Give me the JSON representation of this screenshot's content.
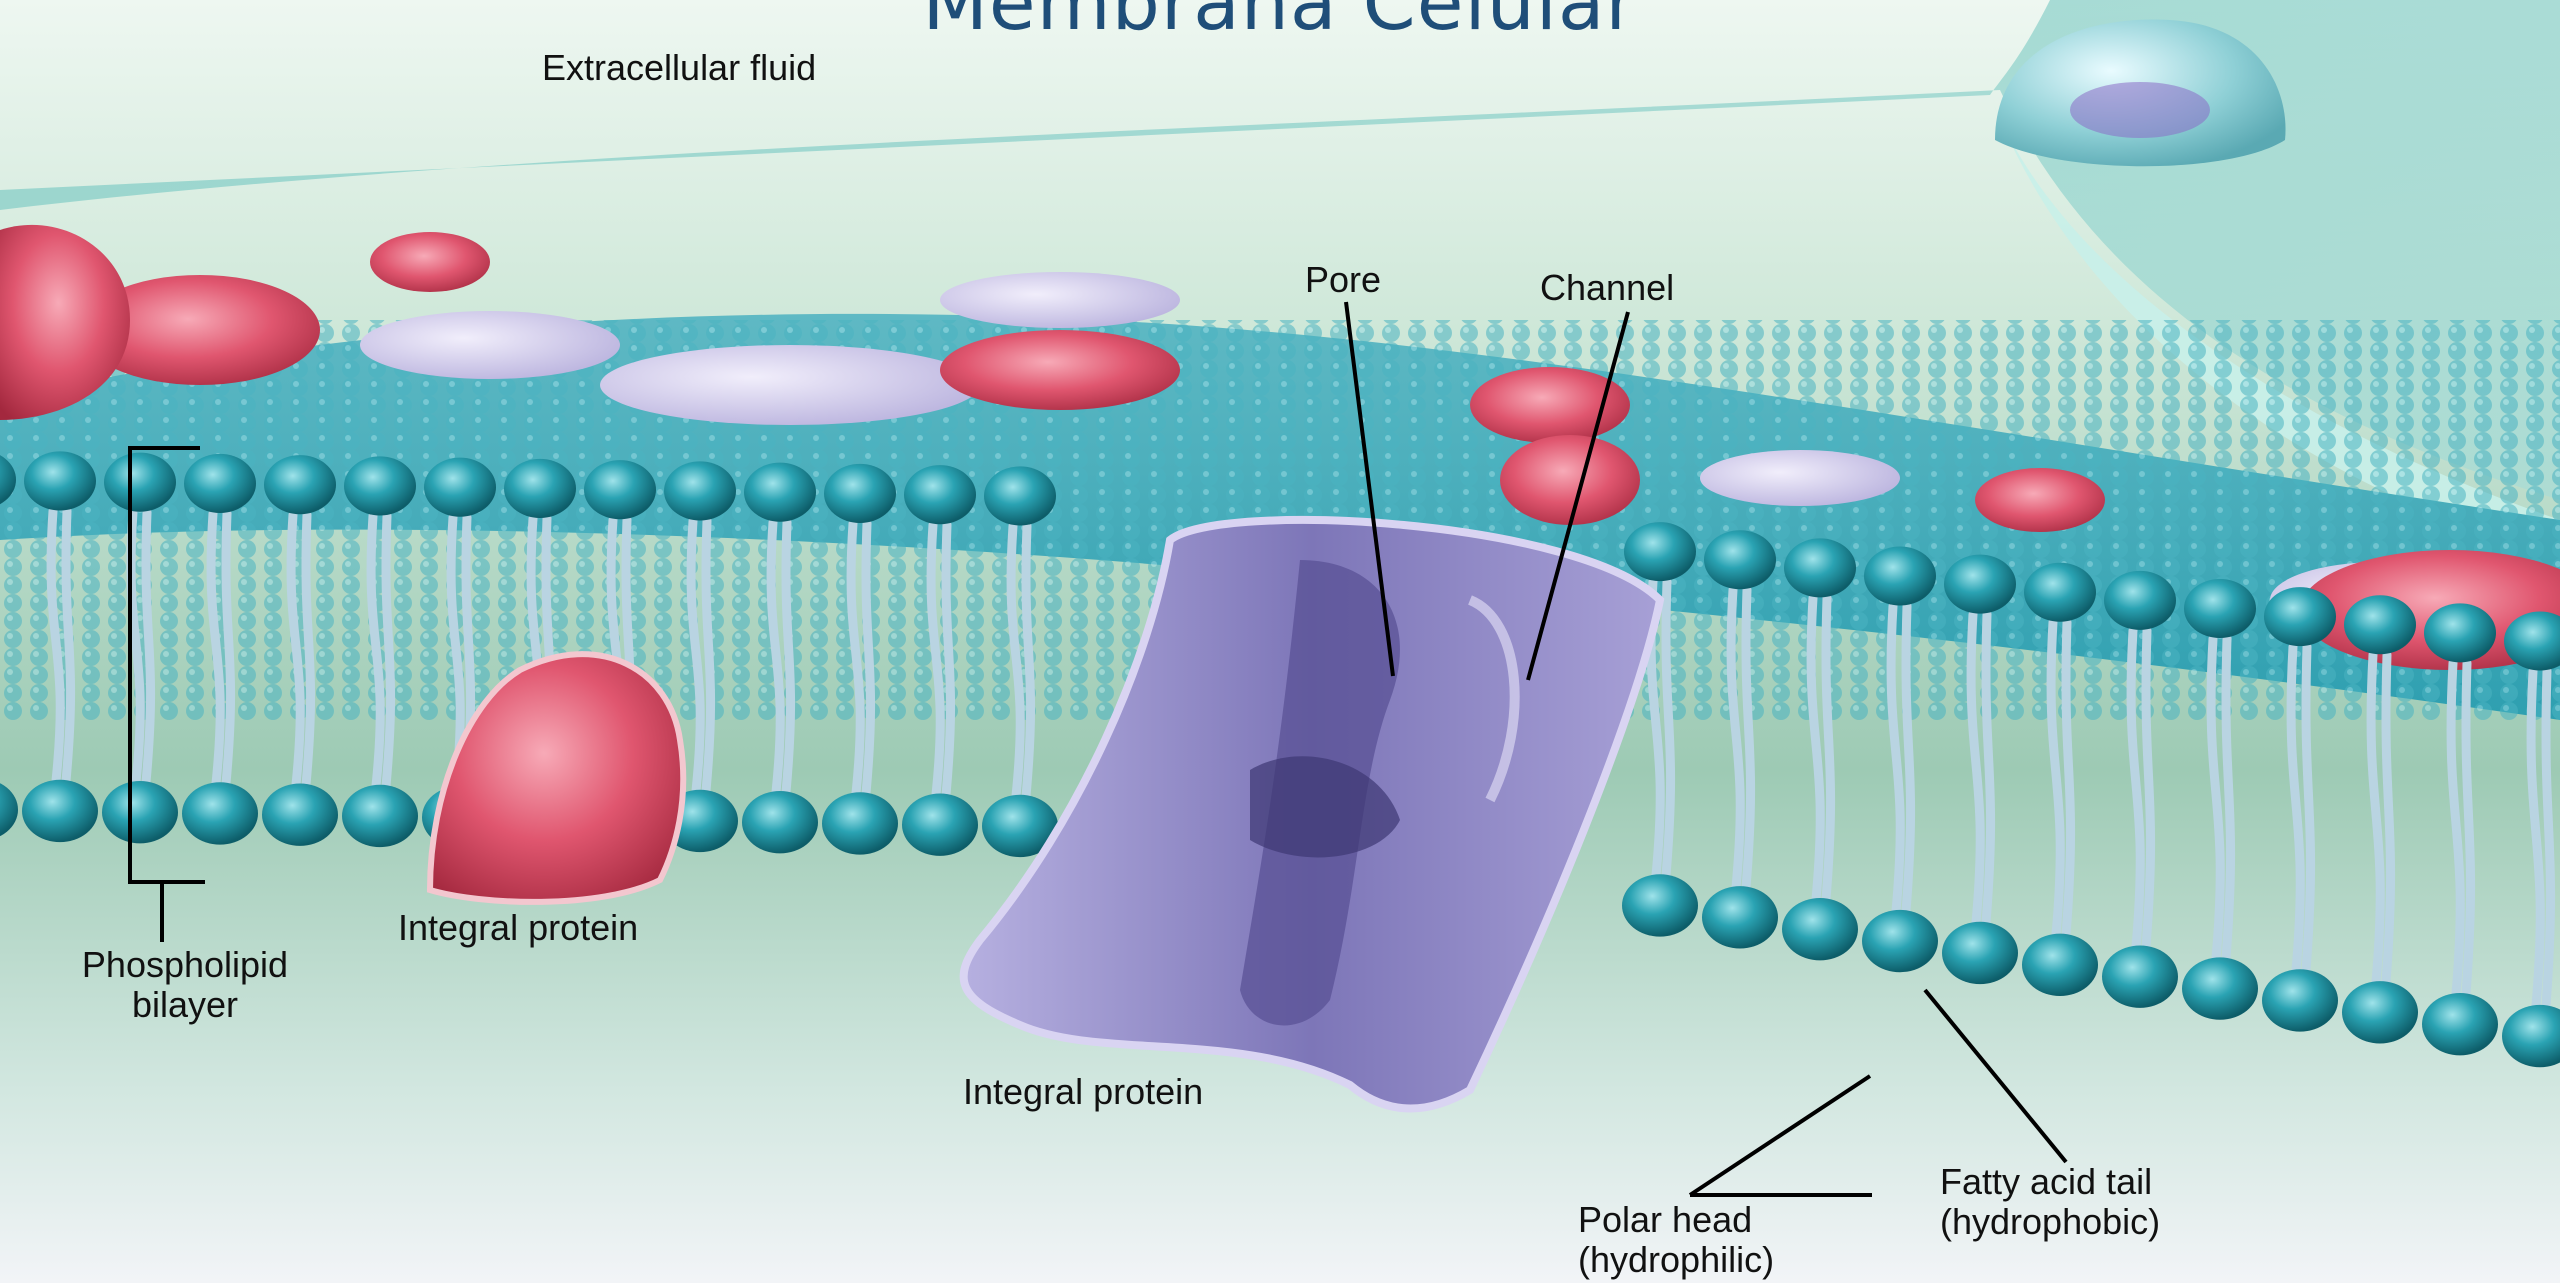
{
  "title": "Membrana Celular",
  "labels": {
    "extracellular_fluid": "Extracellular fluid",
    "pore": "Pore",
    "channel": "Channel",
    "phospholipid_bilayer_line1": "Phospholipid",
    "phospholipid_bilayer_line2": "bilayer",
    "integral_protein_left": "Integral protein",
    "integral_protein_center": "Integral protein",
    "polar_head_line1": "Polar head",
    "polar_head_line2": "(hydrophilic)",
    "fatty_acid_tail_line1": "Fatty acid tail",
    "fatty_acid_tail_line2": "(hydrophobic)"
  },
  "colors": {
    "head": "#2aa3b3",
    "tail": "#b9d4e2",
    "integral_protein_pink": "#e0566f",
    "channel_protein": "#8c86c4",
    "title": "#1f4e79"
  }
}
